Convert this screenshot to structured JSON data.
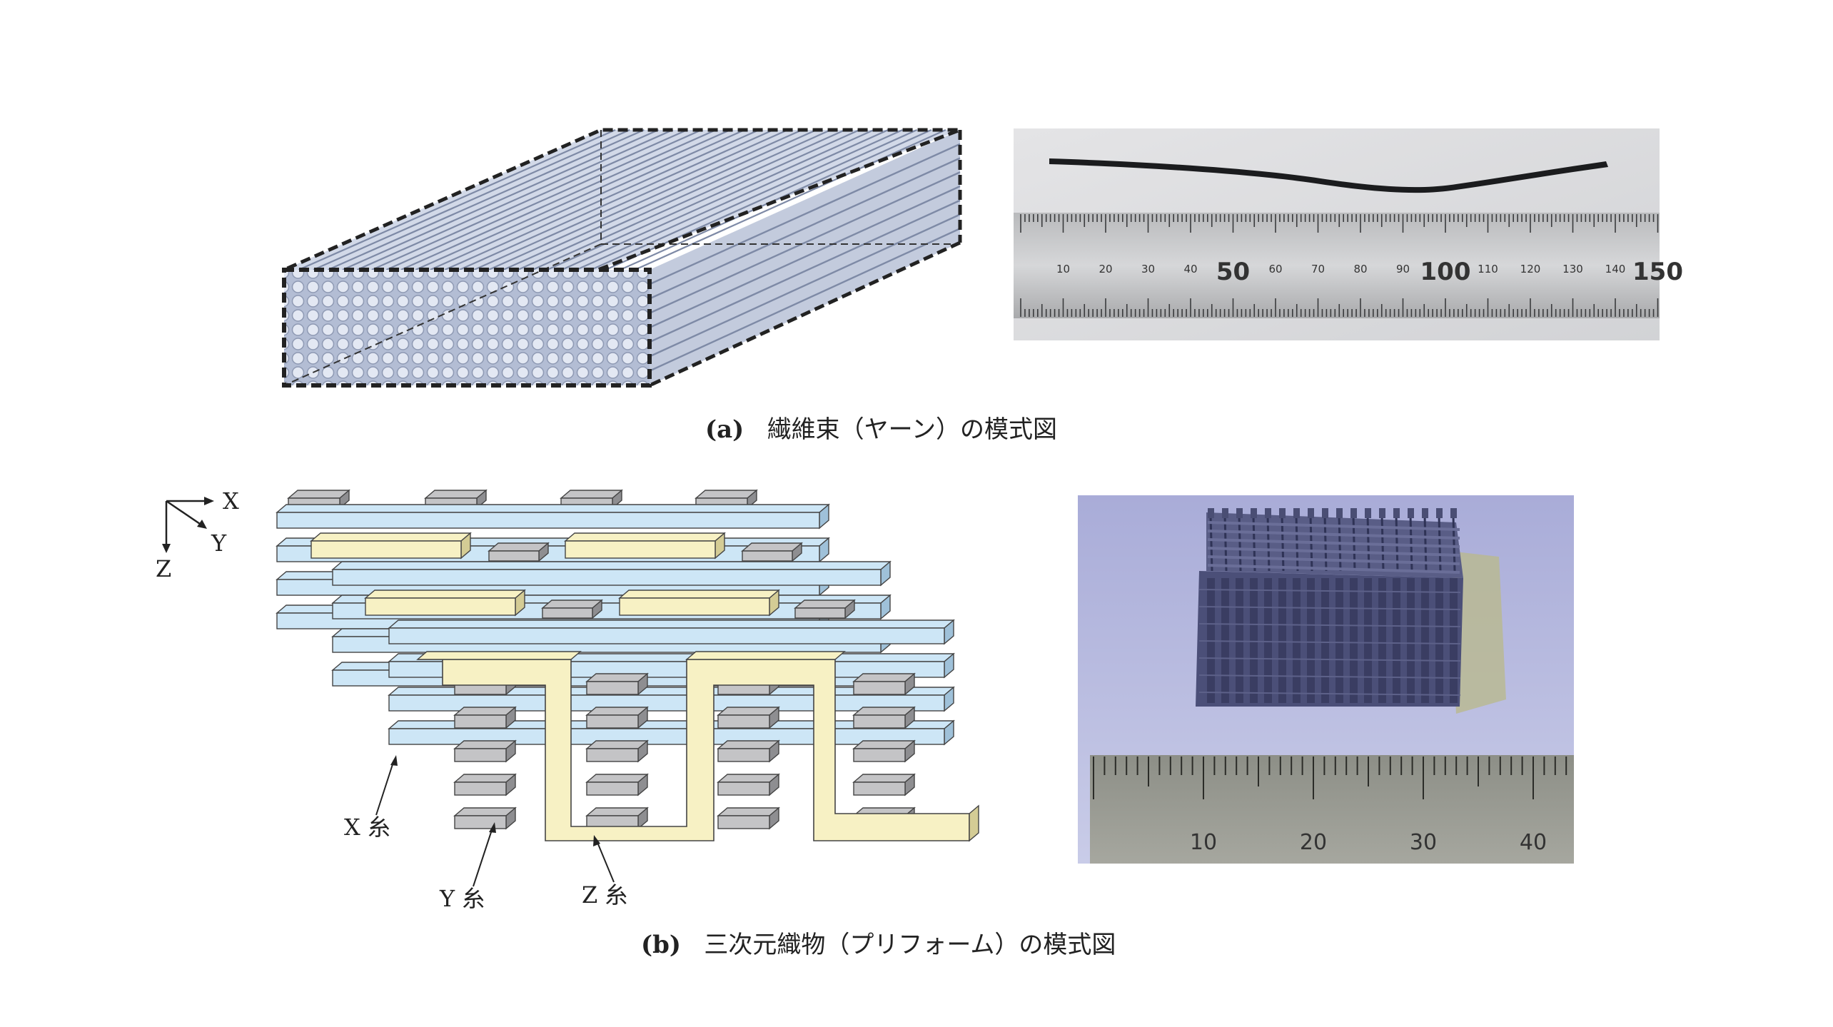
{
  "panel_a": {
    "caption_label": "(a)",
    "caption_text": "繊維束（ヤーン）の模式図",
    "ruler_numbers": [
      "10",
      "20",
      "30",
      "40",
      "50",
      "60",
      "70",
      "80",
      "90",
      "100",
      "110",
      "120",
      "130",
      "140",
      "150"
    ]
  },
  "panel_b": {
    "caption_label": "(b)",
    "caption_text": "三次元織物（プリフォーム）の模式図",
    "axes": {
      "x": "X",
      "y": "Y",
      "z": "Z"
    },
    "callouts": {
      "x_yarn": "X 糸",
      "y_yarn": "Y 糸",
      "z_yarn": "Z 糸"
    },
    "ruler_numbers": [
      "10",
      "20",
      "30",
      "40"
    ]
  },
  "colors": {
    "x_yarn": "#cde6f6",
    "y_yarn": "#c4c4c6",
    "z_yarn": "#f7f1c4",
    "fiber": "#b8c2d8"
  }
}
